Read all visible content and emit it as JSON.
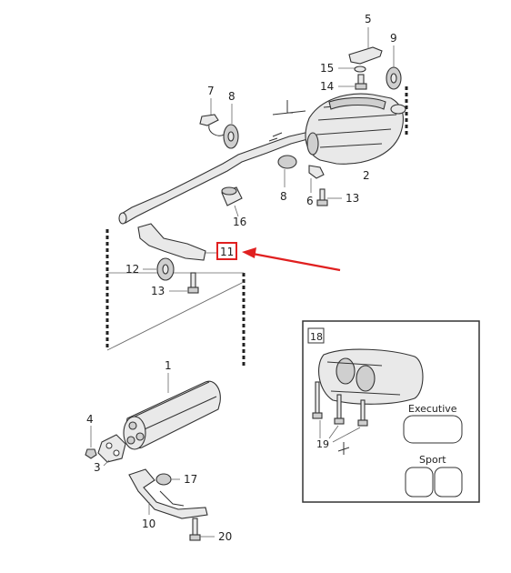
{
  "callouts": {
    "c1": "1",
    "c2": "2",
    "c3": "3",
    "c4": "4",
    "c5": "5",
    "c6": "6",
    "c7": "7",
    "c8a": "8",
    "c8b": "8",
    "c9": "9",
    "c10": "10",
    "c11": "11",
    "c12": "12",
    "c13a": "13",
    "c13b": "13",
    "c14": "14",
    "c15": "15",
    "c16": "16",
    "c17": "17",
    "c18": "18",
    "c19": "19",
    "c20": "20"
  },
  "inset": {
    "executive_label": "Executive",
    "sport_label": "Sport"
  },
  "colors": {
    "highlight": "#e02020",
    "line": "#333333"
  }
}
